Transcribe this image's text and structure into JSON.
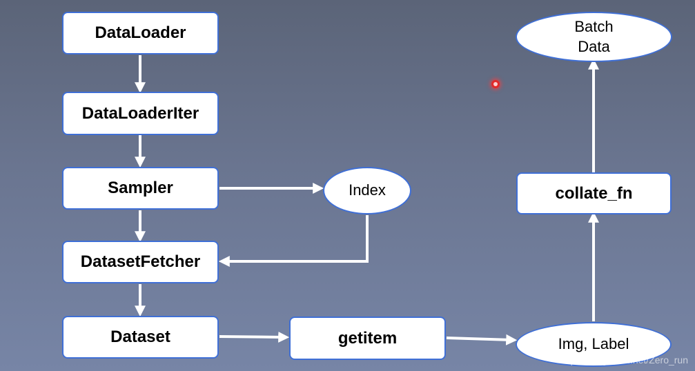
{
  "nodes": {
    "dataloader": "DataLoader",
    "dataloaderiter": "DataLoaderIter",
    "sampler": "Sampler",
    "datasetfetcher": "DatasetFetcher",
    "dataset": "Dataset",
    "getitem": "getitem",
    "index": "Index",
    "img_label": "Img, Label",
    "collate_fn": "collate_fn",
    "batch_data_line1": "Batch",
    "batch_data_line2": "Data"
  },
  "watermark": "https://blog.csdn.net/Zero_run",
  "colors": {
    "node_border": "#3f6fd6",
    "arrow": "#ffffff",
    "background_top": "#5b6478",
    "background_bottom": "#7785a6"
  }
}
